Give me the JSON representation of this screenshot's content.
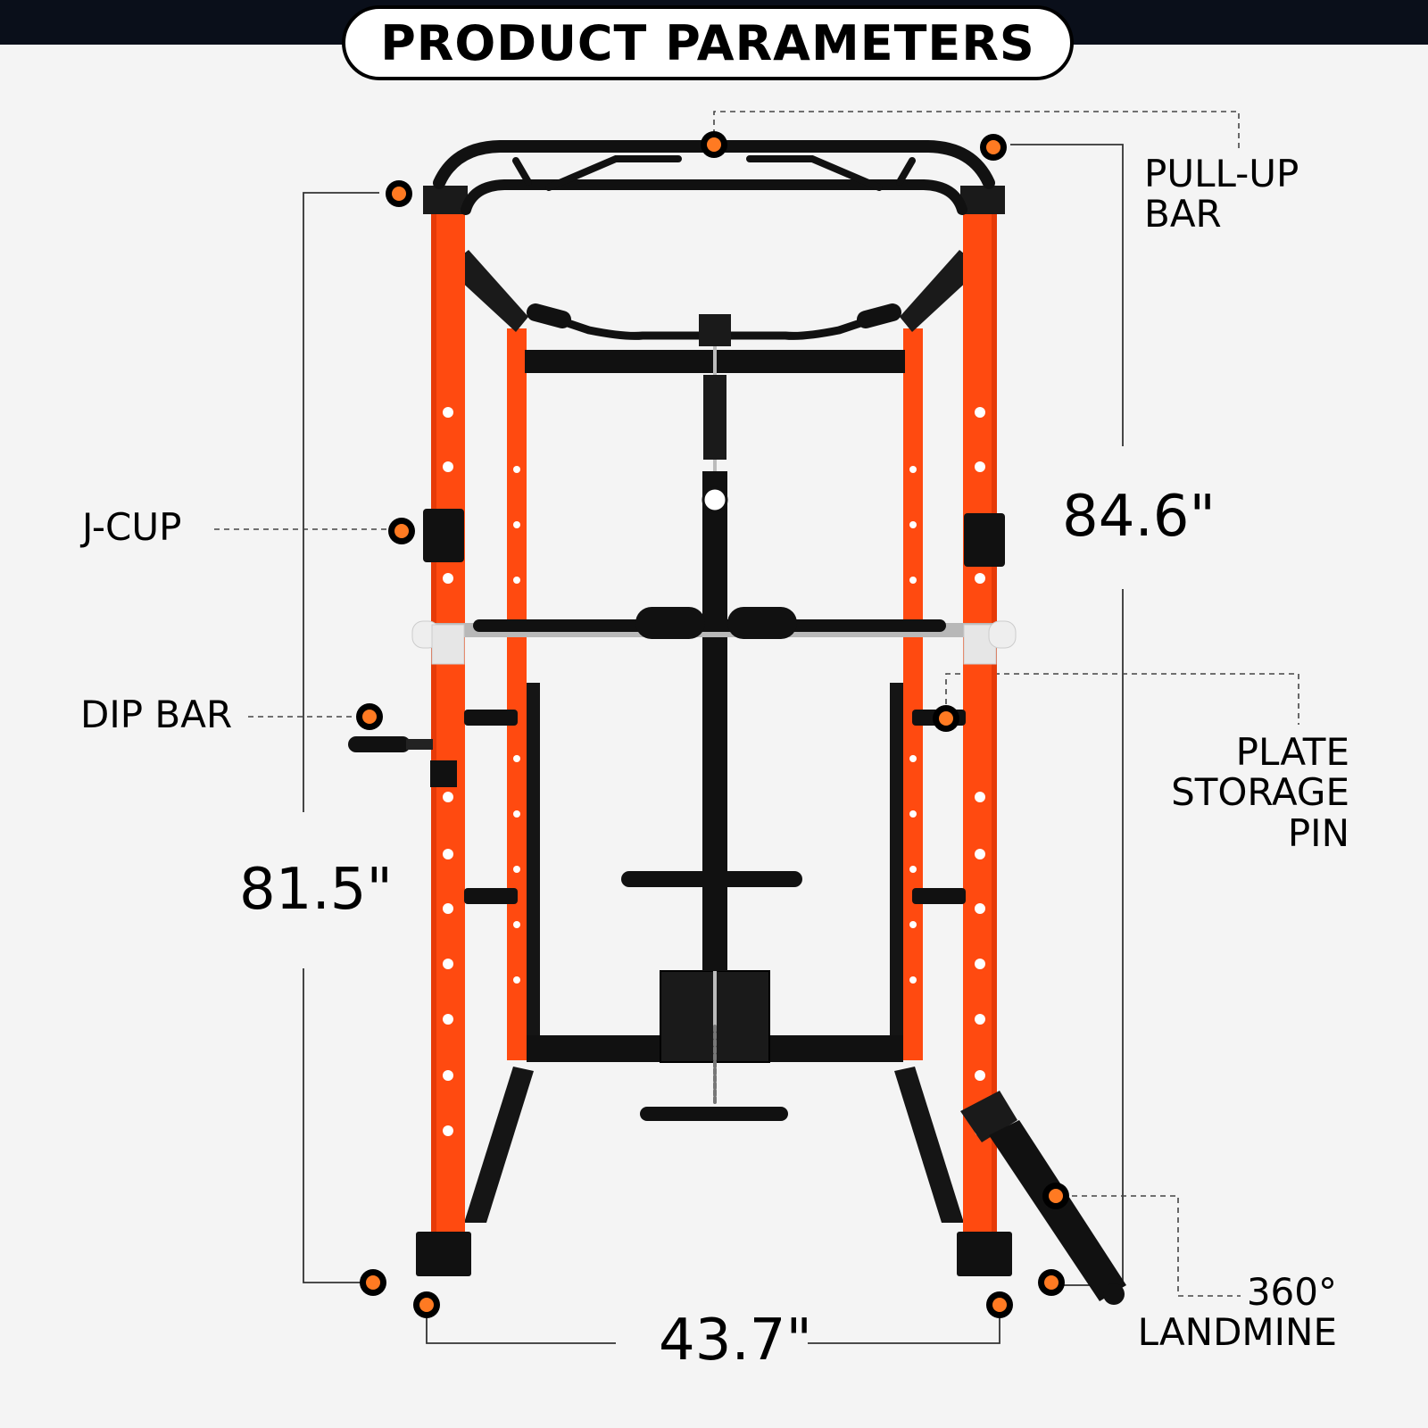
{
  "header": {
    "title": "PRODUCT PARAMETERS"
  },
  "labels": {
    "pull_up_bar": [
      "PULL-UP",
      "BAR"
    ],
    "j_cup": "J-CUP",
    "dip_bar": "DIP BAR",
    "plate_storage_pin": [
      "PLATE",
      "STORAGE",
      "PIN"
    ],
    "landmine": [
      "360°",
      "LANDMINE"
    ]
  },
  "dimensions": {
    "height_total": "84.6\"",
    "height_frame": "81.5\"",
    "width": "43.7\""
  },
  "colors": {
    "frame_orange": "#ff4a10",
    "frame_black": "#111111",
    "marker_orange": "#ff7a22",
    "header_bar": "#0a0f1a",
    "background": "#f4f4f4"
  }
}
